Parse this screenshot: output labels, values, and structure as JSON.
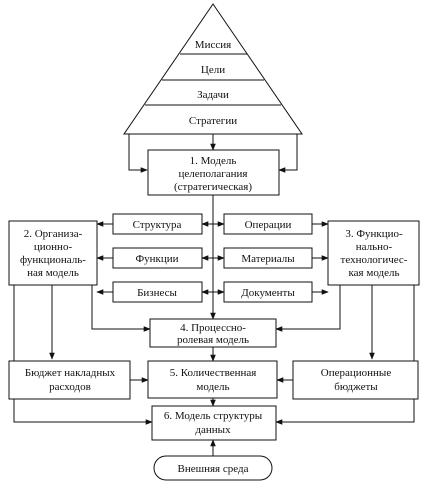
{
  "pyramid": {
    "levels": [
      "Миссия",
      "Цели",
      "Задачи",
      "Стратегии"
    ]
  },
  "nodes": {
    "goal_model": [
      "1. Модель",
      "целеполагания",
      "(стратегическая)"
    ],
    "structure": "Структура",
    "functions": "Функции",
    "businesses": "Бизнесы",
    "operations": "Операции",
    "materials": "Материалы",
    "documents": "Документы",
    "org_model": [
      "2. Организа-",
      "ционно-",
      "функциональ-",
      "ная модель"
    ],
    "tech_model": [
      "3. Функцио-",
      "нально-",
      "технологичес-",
      "кая модель"
    ],
    "process_model": [
      "4. Процессно-",
      "ролевая модель"
    ],
    "overhead_budget": [
      "Бюджет накладных",
      "расходов"
    ],
    "quant_model": [
      "5. Количественная",
      "модель"
    ],
    "op_budgets": [
      "Операционные",
      "бюджеты"
    ],
    "data_model": [
      "6. Модель структуры",
      "данных"
    ],
    "external": "Внешняя среда"
  }
}
